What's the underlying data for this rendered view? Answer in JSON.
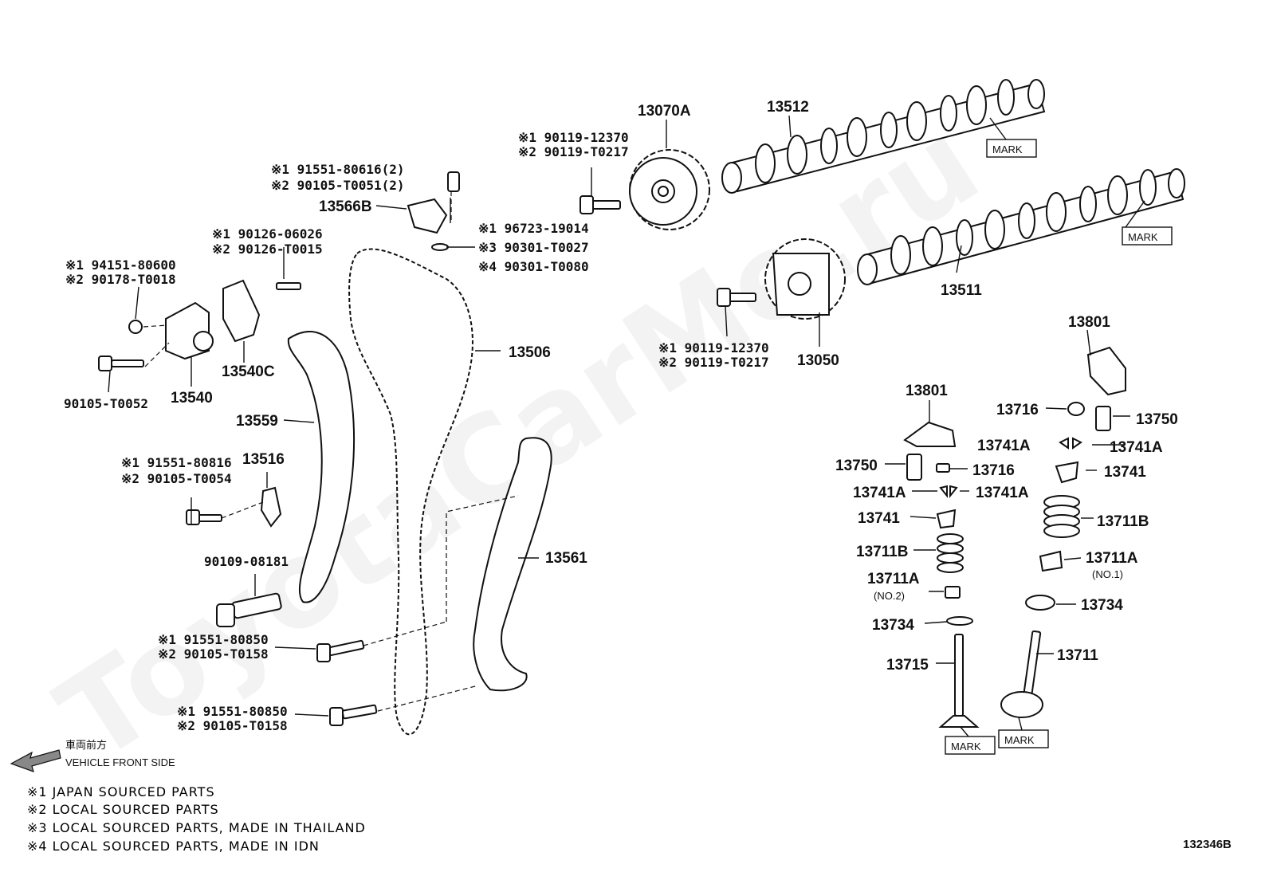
{
  "parts": {
    "p13070A": "13070A",
    "p13512": "13512",
    "p13511": "13511",
    "p13050": "13050",
    "p13566B": "13566B",
    "p13506": "13506",
    "p13540C": "13540C",
    "p13540": "13540",
    "p13559": "13559",
    "p13516": "13516",
    "p13561": "13561",
    "p13801a": "13801",
    "p13801b": "13801",
    "p13716a": "13716",
    "p13716b": "13716",
    "p13750a": "13750",
    "p13750b": "13750",
    "p13741Aa": "13741A",
    "p13741Ab": "13741A",
    "p13741Ac": "13741A",
    "p13741Ad": "13741A",
    "p13741a": "13741",
    "p13741b": "13741",
    "p13711Ba": "13711B",
    "p13711Bb": "13711B",
    "p13711Aa": "13711A",
    "p13711Ab": "13711A",
    "no1": "(NO.1)",
    "no2": "(NO.2)",
    "p13734a": "13734",
    "p13734b": "13734",
    "p13715": "13715",
    "p13711": "13711",
    "p90105T0052": "90105-T0052",
    "p9010908181": "90109-08181"
  },
  "refs": {
    "r1_1": "※1 90119-12370",
    "r1_2": "※2 90119-T0217",
    "r2_1": "※1 91551-80616(2)",
    "r2_2": "※2 90105-T0051(2)",
    "r3_1": "※1 96723-19014",
    "r3_3": "※3 90301-T0027",
    "r3_4": "※4 90301-T0080",
    "r4_1": "※1 90126-06026",
    "r4_2": "※2 90126-T0015",
    "r5_1": "※1 94151-80600",
    "r5_2": "※2 90178-T0018",
    "r6_1": "※1 91551-80816",
    "r6_2": "※2 90105-T0054",
    "r7_1": "※1 91551-80850",
    "r7_2": "※2 90105-T0158",
    "r8_1": "※1 91551-80850",
    "r8_2": "※2 90105-T0158",
    "r9_1": "※1 90119-12370",
    "r9_2": "※2 90119-T0217"
  },
  "marks": [
    "MARK",
    "MARK",
    "MARK",
    "MARK"
  ],
  "front": {
    "jp": "車両前方",
    "en": "VEHICLE FRONT SIDE"
  },
  "legend": [
    "※1 JAPAN SOURCED PARTS",
    "※2 LOCAL SOURCED PARTS",
    "※3 LOCAL SOURCED PARTS, MADE IN THAILAND",
    "※4 LOCAL SOURCED PARTS, MADE IN IDN"
  ],
  "figure_id": "132346B",
  "watermark": "ToyotaCarMe.ru"
}
